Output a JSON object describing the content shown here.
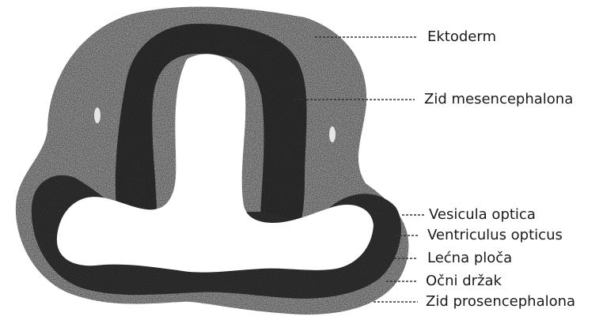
{
  "figure": {
    "labels": {
      "ektoderm": "Ektoderm",
      "zid_mesencephalona": "Zid mesencephalona",
      "vesicula_optica": "Vesicula optica",
      "ventriculus_opticus": "Ventriculus opticus",
      "lecna_ploca": "Lećna ploča",
      "ocni_drzak": "Očni držak",
      "zid_prosencephalona": "Zid prosencephalona"
    },
    "colors": {
      "tissue_light": "#9a9a9a",
      "tissue_dark": "#2a2a2a",
      "lumen": "#ffffff",
      "leader": "#333333"
    }
  }
}
